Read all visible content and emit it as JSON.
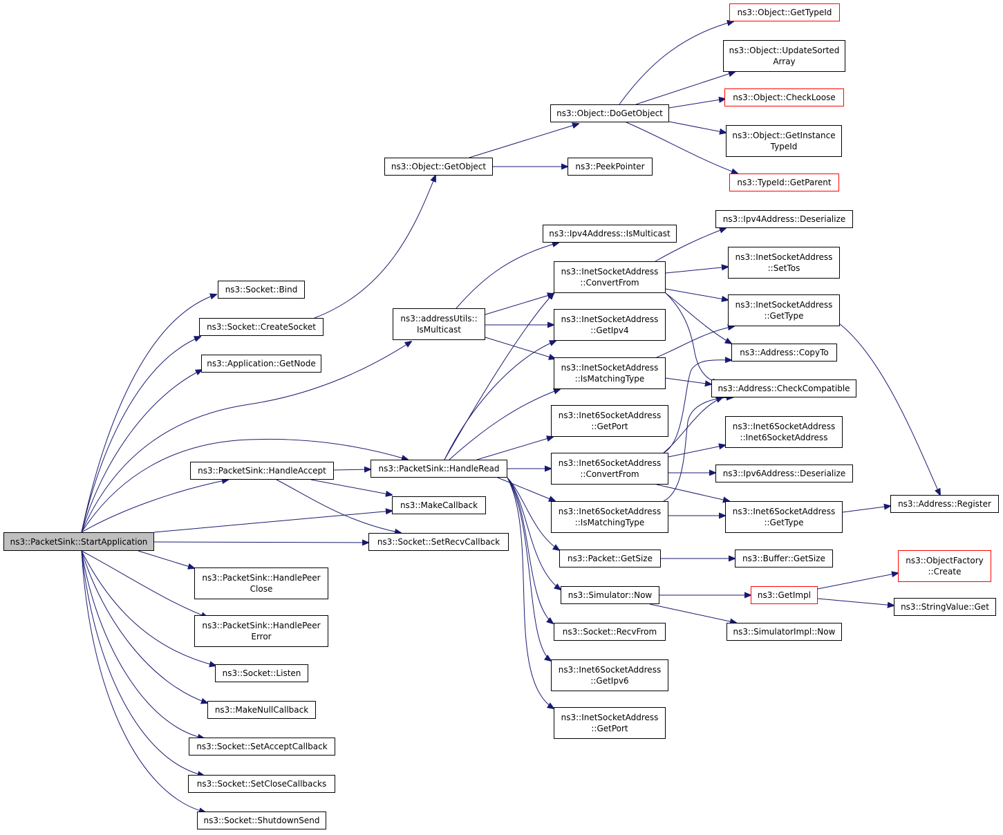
{
  "colors": {
    "edge": "#191970",
    "truncated_border": "#ff0000",
    "root_fill": "#bfbfbf"
  },
  "nodes": {
    "start_application": {
      "lines": [
        "ns3::PacketSink::StartApplication"
      ]
    },
    "socket_bind": {
      "lines": [
        "ns3::Socket::Bind"
      ]
    },
    "socket_create_socket": {
      "lines": [
        "ns3::Socket::CreateSocket"
      ]
    },
    "application_get_node": {
      "lines": [
        "ns3::Application::GetNode"
      ]
    },
    "handle_accept": {
      "lines": [
        "ns3::PacketSink::HandleAccept"
      ]
    },
    "handle_peer_close": {
      "lines": [
        "ns3::PacketSink::HandlePeer",
        "Close"
      ]
    },
    "handle_peer_error": {
      "lines": [
        "ns3::PacketSink::HandlePeer",
        "Error"
      ]
    },
    "socket_listen": {
      "lines": [
        "ns3::Socket::Listen"
      ]
    },
    "make_null_callback": {
      "lines": [
        "ns3::MakeNullCallback"
      ]
    },
    "set_accept_callback": {
      "lines": [
        "ns3::Socket::SetAcceptCallback"
      ]
    },
    "set_close_callbacks": {
      "lines": [
        "ns3::Socket::SetCloseCallbacks"
      ]
    },
    "shutdown_send": {
      "lines": [
        "ns3::Socket::ShutdownSend"
      ]
    },
    "object_get_object": {
      "lines": [
        "ns3::Object::GetObject"
      ]
    },
    "address_utils_is_multicast": {
      "lines": [
        "ns3::addressUtils::",
        "IsMulticast"
      ]
    },
    "handle_read": {
      "lines": [
        "ns3::PacketSink::HandleRead"
      ]
    },
    "make_callback": {
      "lines": [
        "ns3::MakeCallback"
      ]
    },
    "set_recv_callback": {
      "lines": [
        "ns3::Socket::SetRecvCallback"
      ]
    },
    "object_do_get_object": {
      "lines": [
        "ns3::Object::DoGetObject"
      ]
    },
    "peek_pointer": {
      "lines": [
        "ns3::PeekPointer"
      ]
    },
    "ipv4_is_multicast": {
      "lines": [
        "ns3::Ipv4Address::IsMulticast"
      ]
    },
    "inet_convert_from": {
      "lines": [
        "ns3::InetSocketAddress",
        "::ConvertFrom"
      ]
    },
    "inet_get_ipv4": {
      "lines": [
        "ns3::InetSocketAddress",
        "::GetIpv4"
      ]
    },
    "inet_is_matching_type": {
      "lines": [
        "ns3::InetSocketAddress",
        "::IsMatchingType"
      ]
    },
    "inet6_get_port": {
      "lines": [
        "ns3::Inet6SocketAddress",
        "::GetPort"
      ]
    },
    "inet6_convert_from": {
      "lines": [
        "ns3::Inet6SocketAddress",
        "::ConvertFrom"
      ]
    },
    "inet6_is_matching_type": {
      "lines": [
        "ns3::Inet6SocketAddress",
        "::IsMatchingType"
      ]
    },
    "packet_get_size": {
      "lines": [
        "ns3::Packet::GetSize"
      ]
    },
    "simulator_now": {
      "lines": [
        "ns3::Simulator::Now"
      ]
    },
    "socket_recv_from": {
      "lines": [
        "ns3::Socket::RecvFrom"
      ]
    },
    "inet6_get_ipv6": {
      "lines": [
        "ns3::Inet6SocketAddress",
        "::GetIpv6"
      ]
    },
    "inet_get_port": {
      "lines": [
        "ns3::InetSocketAddress",
        "::GetPort"
      ]
    },
    "object_get_type_id": {
      "lines": [
        "ns3::Object::GetTypeId"
      ]
    },
    "object_update_sorted_array": {
      "lines": [
        "ns3::Object::UpdateSorted",
        "Array"
      ]
    },
    "object_check_loose": {
      "lines": [
        "ns3::Object::CheckLoose"
      ]
    },
    "object_get_instance_type_id": {
      "lines": [
        "ns3::Object::GetInstance",
        "TypeId"
      ]
    },
    "typeid_get_parent": {
      "lines": [
        "ns3::TypeId::GetParent"
      ]
    },
    "ipv4_deserialize": {
      "lines": [
        "ns3::Ipv4Address::Deserialize"
      ]
    },
    "inet_set_tos": {
      "lines": [
        "ns3::InetSocketAddress",
        "::SetTos"
      ]
    },
    "inet_get_type": {
      "lines": [
        "ns3::InetSocketAddress",
        "::GetType"
      ]
    },
    "address_copy_to": {
      "lines": [
        "ns3::Address::CopyTo"
      ]
    },
    "address_check_compatible": {
      "lines": [
        "ns3::Address::CheckCompatible"
      ]
    },
    "inet6_ctor": {
      "lines": [
        "ns3::Inet6SocketAddress",
        "::Inet6SocketAddress"
      ]
    },
    "ipv6_deserialize": {
      "lines": [
        "ns3::Ipv6Address::Deserialize"
      ]
    },
    "inet6_get_type": {
      "lines": [
        "ns3::Inet6SocketAddress",
        "::GetType"
      ]
    },
    "buffer_get_size": {
      "lines": [
        "ns3::Buffer::GetSize"
      ]
    },
    "get_impl": {
      "lines": [
        "ns3::GetImpl"
      ]
    },
    "simulator_impl_now": {
      "lines": [
        "ns3::SimulatorImpl::Now"
      ]
    },
    "address_register": {
      "lines": [
        "ns3::Address::Register"
      ]
    },
    "object_factory_create": {
      "lines": [
        "ns3::ObjectFactory",
        "::Create"
      ]
    },
    "string_value_get": {
      "lines": [
        "ns3::StringValue::Get"
      ]
    }
  }
}
